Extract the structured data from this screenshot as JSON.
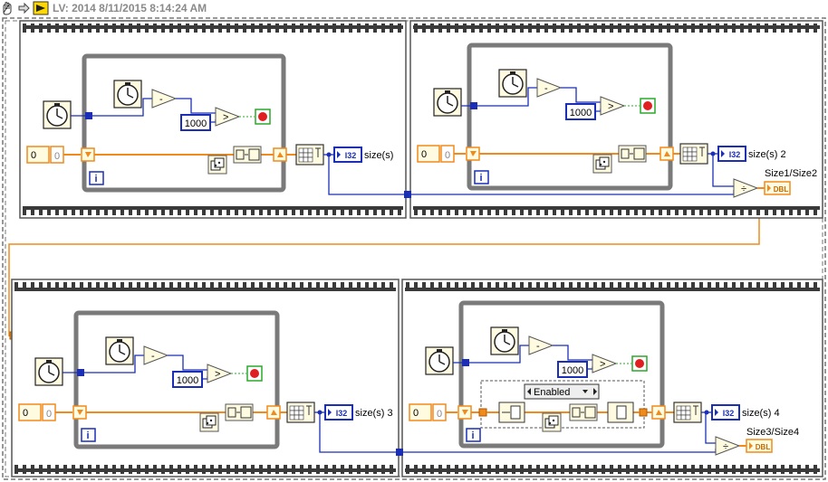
{
  "header": {
    "title": "LV: 2014 8/11/2015 8:14:24 AM",
    "icons": [
      "hand-icon",
      "arrow-icon",
      "labview-icon"
    ]
  },
  "frames": [
    {
      "id": "frame-1",
      "constant": "0",
      "indicator": "0",
      "iteration_label": "i",
      "wait_value": "1000",
      "convert_label": "I32",
      "output_label": "size(s)"
    },
    {
      "id": "frame-2",
      "constant": "0",
      "indicator": "0",
      "iteration_label": "i",
      "wait_value": "1000",
      "convert_label": "I32",
      "output_label": "size(s) 2",
      "ratio_label": "Size1/Size2",
      "ratio_type": "DBL"
    },
    {
      "id": "frame-3",
      "constant": "0",
      "indicator": "0",
      "iteration_label": "i",
      "wait_value": "1000",
      "convert_label": "I32",
      "output_label": "size(s) 3"
    },
    {
      "id": "frame-4",
      "constant": "0",
      "indicator": "0",
      "iteration_label": "i",
      "wait_value": "1000",
      "convert_label": "I32",
      "output_label": "size(s) 4",
      "disable_structure": "Enabled",
      "ratio_label": "Size3/Size4",
      "ratio_type": "DBL"
    }
  ],
  "colors": {
    "frame_border": "#555555",
    "loop_border": "#7a7a7a",
    "wire_orange": "#f08a1c",
    "wire_blue": "#1a2fb5",
    "indicator_blue": "#1a2fb5",
    "stop_red": "#e02020",
    "stop_green": "#2aa82a"
  }
}
